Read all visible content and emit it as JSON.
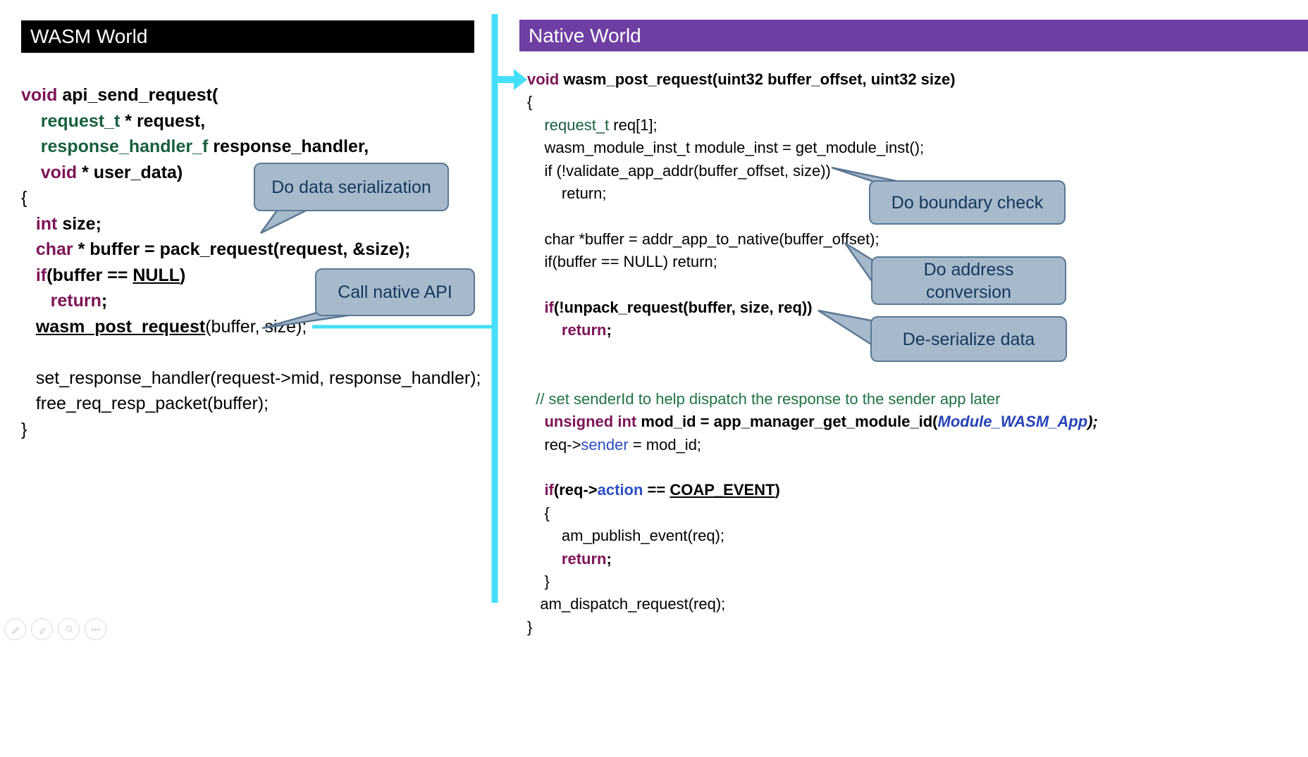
{
  "left_panel": {
    "header": "WASM World",
    "code": [
      [
        [
          "kw",
          "void"
        ],
        [
          "b",
          " api_send_request("
        ]
      ],
      [
        [
          "t",
          "    request_t"
        ],
        [
          "b",
          " * request,"
        ]
      ],
      [
        [
          "t",
          "    response_handler_f"
        ],
        [
          "b",
          " response_handler,"
        ]
      ],
      [
        [
          "kw",
          "    void"
        ],
        [
          "b",
          " * user_data)"
        ]
      ],
      [
        [
          "n",
          "{"
        ]
      ],
      [
        [
          "kw",
          "   int"
        ],
        [
          "b",
          " size;"
        ]
      ],
      [
        [
          "kw",
          "   char"
        ],
        [
          "b",
          " * buffer = pack_request(request, &size);"
        ]
      ],
      [
        [
          "kw",
          "   if"
        ],
        [
          "b",
          "(buffer == "
        ],
        [
          "u",
          "NULL"
        ],
        [
          "b",
          ")"
        ]
      ],
      [
        [
          "kw",
          "      return"
        ],
        [
          "b",
          ";"
        ]
      ],
      [
        [
          "n",
          "   "
        ],
        [
          "u",
          "wasm_post_request"
        ],
        [
          "n",
          "(buffer, size);"
        ]
      ],
      [],
      [
        [
          "n",
          "   set_response_handler(request->mid, response_handler);"
        ]
      ],
      [
        [
          "n",
          "   free_req_resp_packet(buffer);"
        ]
      ],
      [
        [
          "n",
          "}"
        ]
      ]
    ]
  },
  "right_panel": {
    "header": "Native World",
    "code": [
      [
        [
          "kw",
          "void"
        ],
        [
          "b",
          " wasm_post_request(uint32 buffer_offset, uint32 size)"
        ]
      ],
      [
        [
          "n",
          "{"
        ]
      ],
      [
        [
          "tn",
          "    request_t"
        ],
        [
          "n",
          " req[1];"
        ]
      ],
      [
        [
          "n",
          "    wasm_module_inst_t module_inst = get_module_inst();"
        ]
      ],
      [
        [
          "n",
          "    if (!validate_app_addr(buffer_offset, size))"
        ]
      ],
      [
        [
          "n",
          "        return;"
        ]
      ],
      [],
      [
        [
          "n",
          "    char *buffer = addr_app_to_native(buffer_offset);"
        ]
      ],
      [
        [
          "n",
          "    if(buffer == NULL) return;"
        ]
      ],
      [],
      [
        [
          "kw",
          "    if"
        ],
        [
          "b",
          "(!unpack_request(buffer, size, req))"
        ]
      ],
      [
        [
          "kw",
          "        return"
        ],
        [
          "b",
          ";"
        ]
      ],
      [],
      [],
      [
        [
          "c",
          "  // set senderId to help dispatch the response to the sender app later"
        ]
      ],
      [
        [
          "kw",
          "    unsigned int"
        ],
        [
          "b",
          " mod_id = app_manager_get_module_id("
        ],
        [
          "bi",
          "Module_WASM_App"
        ],
        [
          "bib",
          ");"
        ]
      ],
      [
        [
          "n",
          "    req->"
        ],
        [
          "bl",
          "sender"
        ],
        [
          "n",
          " = mod_id;"
        ]
      ],
      [],
      [
        [
          "kw",
          "    if"
        ],
        [
          "b",
          "(req->"
        ],
        [
          "blb",
          "action"
        ],
        [
          "b",
          " == "
        ],
        [
          "u",
          "COAP_EVENT"
        ],
        [
          "b",
          ")"
        ]
      ],
      [
        [
          "n",
          "    {"
        ]
      ],
      [
        [
          "n",
          "        am_publish_event(req);"
        ]
      ],
      [
        [
          "kw",
          "        return"
        ],
        [
          "b",
          ";"
        ]
      ],
      [
        [
          "n",
          "    }"
        ]
      ],
      [
        [
          "n",
          "   am_dispatch_request(req);"
        ]
      ],
      [
        [
          "n",
          "}"
        ]
      ]
    ]
  },
  "callouts": {
    "serialization": {
      "text": "Do data serialization"
    },
    "call_native": {
      "text": "Call native API"
    },
    "boundary": {
      "text": "Do boundary check"
    },
    "address": {
      "text": "Do address conversion"
    },
    "deserialize": {
      "text": "De-serialize data"
    }
  },
  "colors": {
    "header_purple": "#6E3FA3",
    "accent_cyan": "#45DFF8",
    "callout_fill": "#A7BACB",
    "callout_border": "#5A7893",
    "callout_text": "#17365D",
    "kw": "#7D1457",
    "type": "#17603E",
    "comment": "#1F7246",
    "blue": "#2C4FC4",
    "moduleblue": "#2743B8"
  },
  "toolbar": {
    "icons": [
      "pen-icon",
      "highlighter-icon",
      "magnifier-icon",
      "more-options-icon"
    ]
  }
}
